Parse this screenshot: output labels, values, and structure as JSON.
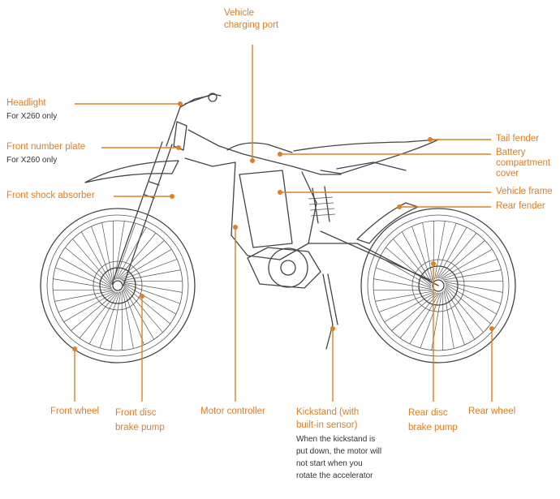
{
  "labels": {
    "charging_port": "Vehicle\ncharging port",
    "headlight": "Headlight",
    "headlight_note": "For X260 only",
    "front_plate": "Front number plate",
    "front_plate_note": "For X260 only",
    "front_shock": "Front shock absorber",
    "tail_fender": "Tail fender",
    "battery_cover": "Battery\ncompartment\ncover",
    "vehicle_frame": "Vehicle frame",
    "rear_fender": "Rear fender",
    "front_wheel": "Front wheel",
    "front_brake": "Front disc\nbrake pump",
    "motor_controller": "Motor controller",
    "kickstand": "Kickstand (with\nbuilt-in sensor)",
    "kickstand_note": "When the kickstand is put down, the motor will not start when you rotate the accelerator",
    "rear_brake": "Rear disc\nbrake pump",
    "rear_wheel": "Rear wheel"
  },
  "colors": {
    "accent": "#e07e22",
    "line_art": "#444444",
    "note_text": "#333333"
  }
}
